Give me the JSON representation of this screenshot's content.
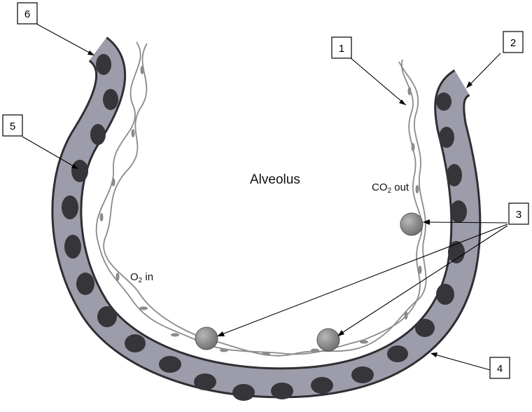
{
  "diagram": {
    "center_label": "Alveolus",
    "o2_label": {
      "prefix": "O",
      "sub": "2",
      "suffix": " in"
    },
    "co2_label": {
      "prefix": "CO",
      "sub": "2",
      "suffix": " out"
    },
    "callouts": [
      "1",
      "2",
      "3",
      "4",
      "5",
      "6"
    ]
  },
  "colors": {
    "capillary_fill": "#9c9caa",
    "capillary_outline": "#2e2e33",
    "rbc": "#35353a",
    "epithelium": "#8a8a8f",
    "particle": "#8d8d8d"
  }
}
